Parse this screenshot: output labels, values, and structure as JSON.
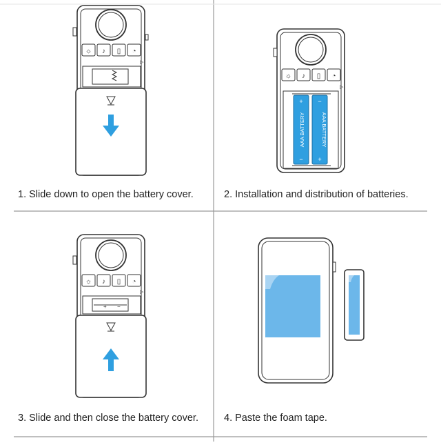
{
  "steps": [
    {
      "number": "1.",
      "text": "Slide down to open the battery cover."
    },
    {
      "number": "2.",
      "text": "Installation and distribution of batteries."
    },
    {
      "number": "3.",
      "text": "Slide and then close the battery cover."
    },
    {
      "number": "4.",
      "text": "Paste the foam tape."
    }
  ],
  "battery_labels": [
    "AAA BATTERY",
    "AAA BATTERY"
  ],
  "colors": {
    "accent_blue": "#2f9fe0",
    "light_blue": "#6cb7ea",
    "line": "#333333",
    "divider": "#888888"
  }
}
